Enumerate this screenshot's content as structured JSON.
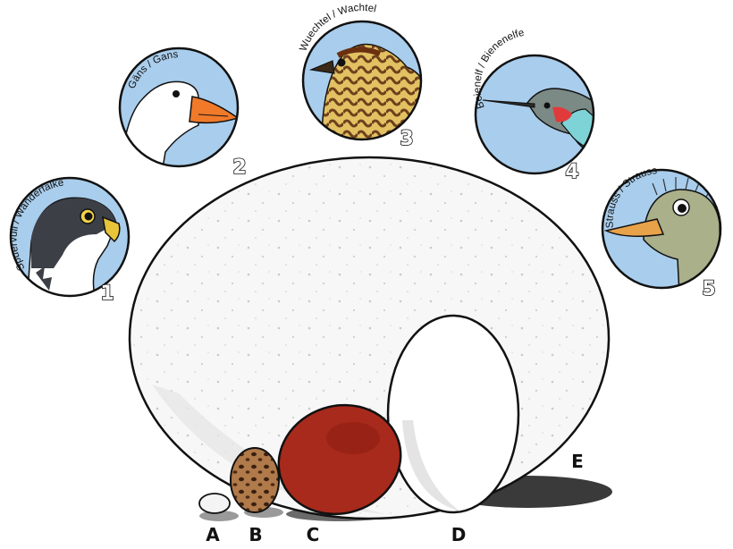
{
  "birds": [
    {
      "number": "1",
      "name": "Spuervull / Wanderfalke"
    },
    {
      "number": "2",
      "name": "Gäns / Gans"
    },
    {
      "number": "3",
      "name": "Wuechtel / Wachtel"
    },
    {
      "number": "4",
      "name": "Beienelf / Bienenelfe"
    },
    {
      "number": "5",
      "name": "Strauss / Strauss"
    }
  ],
  "eggs": [
    {
      "label": "A",
      "color": "#f4f4f4"
    },
    {
      "label": "B",
      "color": "#b07a4a"
    },
    {
      "label": "C",
      "color": "#a82a1c"
    },
    {
      "label": "D",
      "color": "#ffffff"
    },
    {
      "label": "E",
      "color": "#f7f7f7"
    }
  ],
  "colors": {
    "sky": "#a9cdec",
    "outline": "#111111"
  }
}
